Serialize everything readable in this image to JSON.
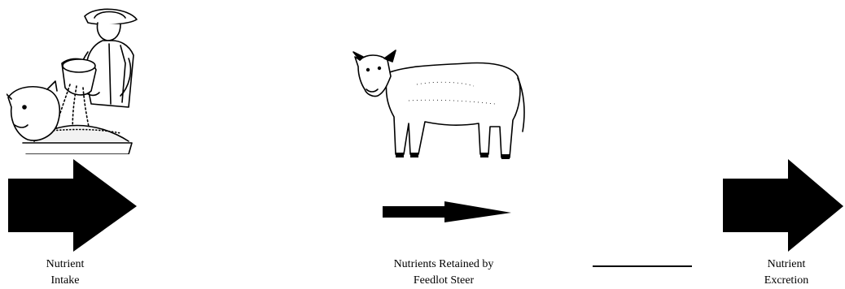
{
  "colors": {
    "arrow": "#000000",
    "background": "#ffffff"
  },
  "stages": [
    {
      "illustration": "farmer-feeding-cattle-illustration",
      "label_lines": [
        "Nutrient",
        "Intake"
      ]
    },
    {
      "illustration": "steer-illustration",
      "label_lines": [
        "Nutrients Retained by",
        "Feedlot Steer"
      ]
    },
    {
      "illustration": "",
      "label_lines": [
        "Nutrient",
        "Excretion"
      ]
    }
  ]
}
